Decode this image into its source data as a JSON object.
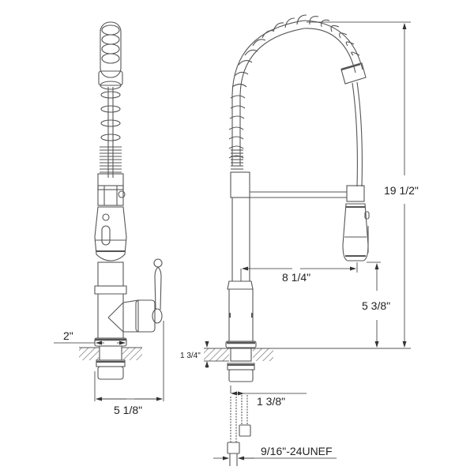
{
  "diagram": {
    "subject": "Pull-down spring kitchen faucet technical drawing",
    "views": [
      "side-view",
      "front-view"
    ],
    "line_color": "#555555",
    "hatch_color": "#888888",
    "text_color": "#222222"
  },
  "dimensions": {
    "base_diameter": "2\"",
    "side_depth": "5 1/8\"",
    "total_height": "19 1/2\"",
    "spout_reach": "8 1/4\"",
    "spout_clearance": "5 3/8\"",
    "deck_thickness": "1 3/4\"",
    "supply_spacing": "1 3/8\"",
    "thread_spec": "9/16\"-24UNEF"
  }
}
